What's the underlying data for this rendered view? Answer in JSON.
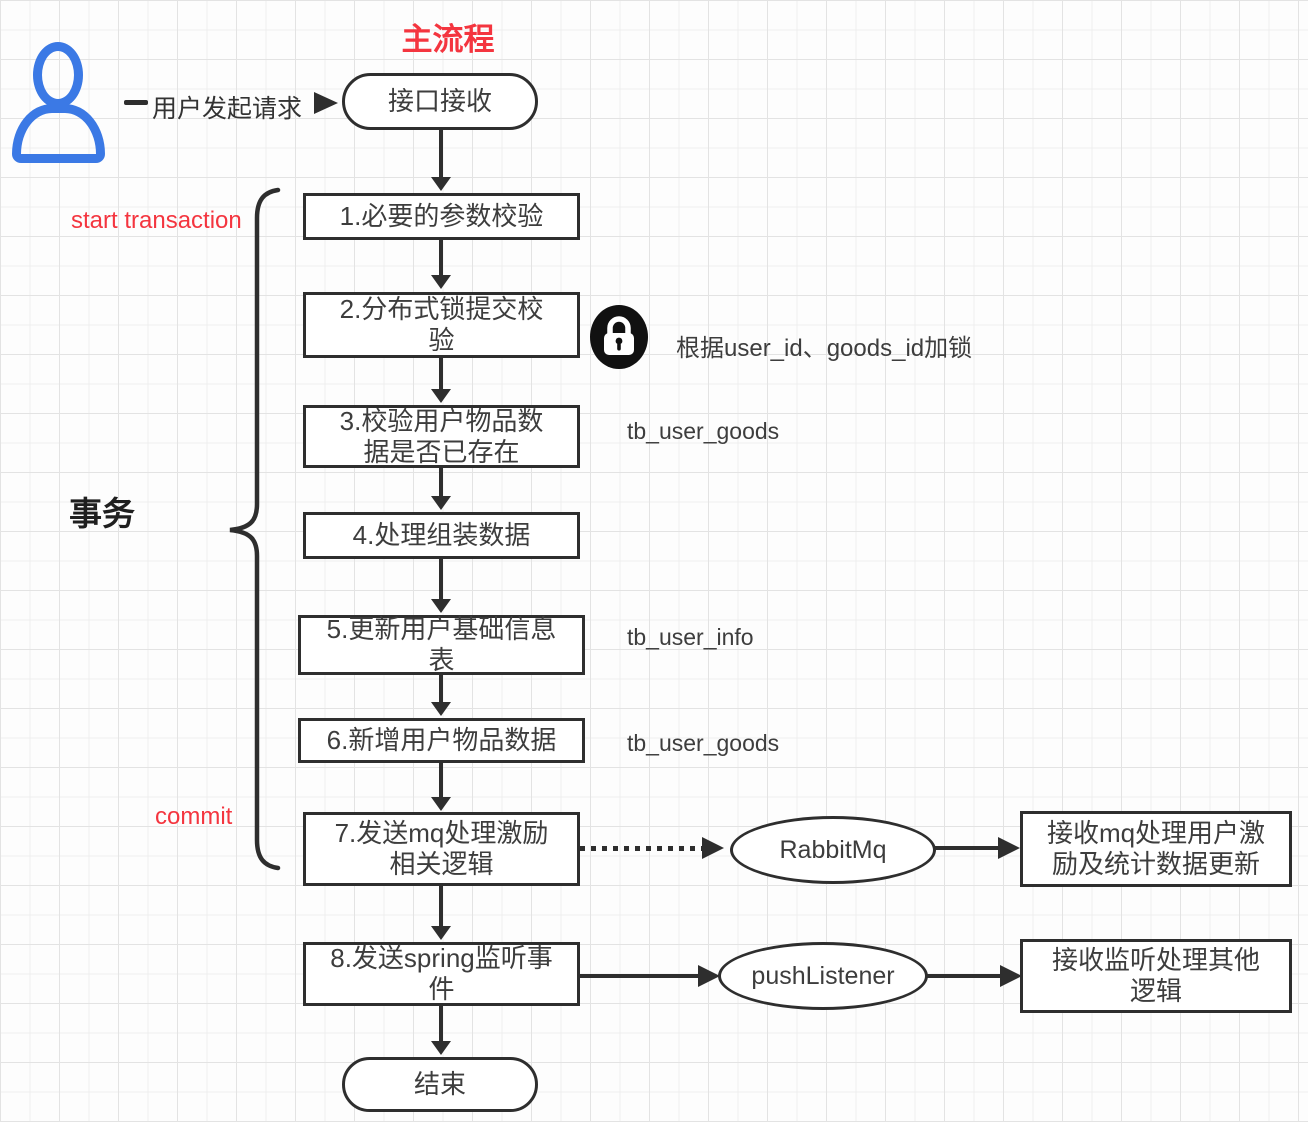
{
  "title": "主流程",
  "actor": {
    "request_label": "用户发起请求"
  },
  "flow": {
    "start": "接口接收",
    "steps": [
      "1.必要的参数校验",
      "2.分布式锁提交校验",
      "3.校验用户物品数据是否已存在",
      "4.处理组装数据",
      "5.更新用户基础信息表",
      "6.新增用户物品数据",
      "7.发送mq处理激励相关逻辑",
      "8.发送spring监听事件"
    ],
    "end": "结束"
  },
  "transaction": {
    "label": "事务",
    "start_label": "start transaction",
    "commit_label": "commit"
  },
  "side_notes": {
    "lock_note": "根据user_id、goods_id加锁",
    "table_step3": "tb_user_goods",
    "table_step5": "tb_user_info",
    "table_step6": "tb_user_goods"
  },
  "mq": {
    "queue": "RabbitMq",
    "consumer": "接收mq处理用户激励及统计数据更新"
  },
  "listener": {
    "event": "pushListener",
    "consumer": "接收监听处理其他逻辑"
  },
  "icons": {
    "person": "person-icon",
    "lock": "lock-icon"
  },
  "colors": {
    "accent_red": "#f4353f",
    "actor_blue": "#3b79e5",
    "stroke_dark": "#2e2e2e"
  }
}
